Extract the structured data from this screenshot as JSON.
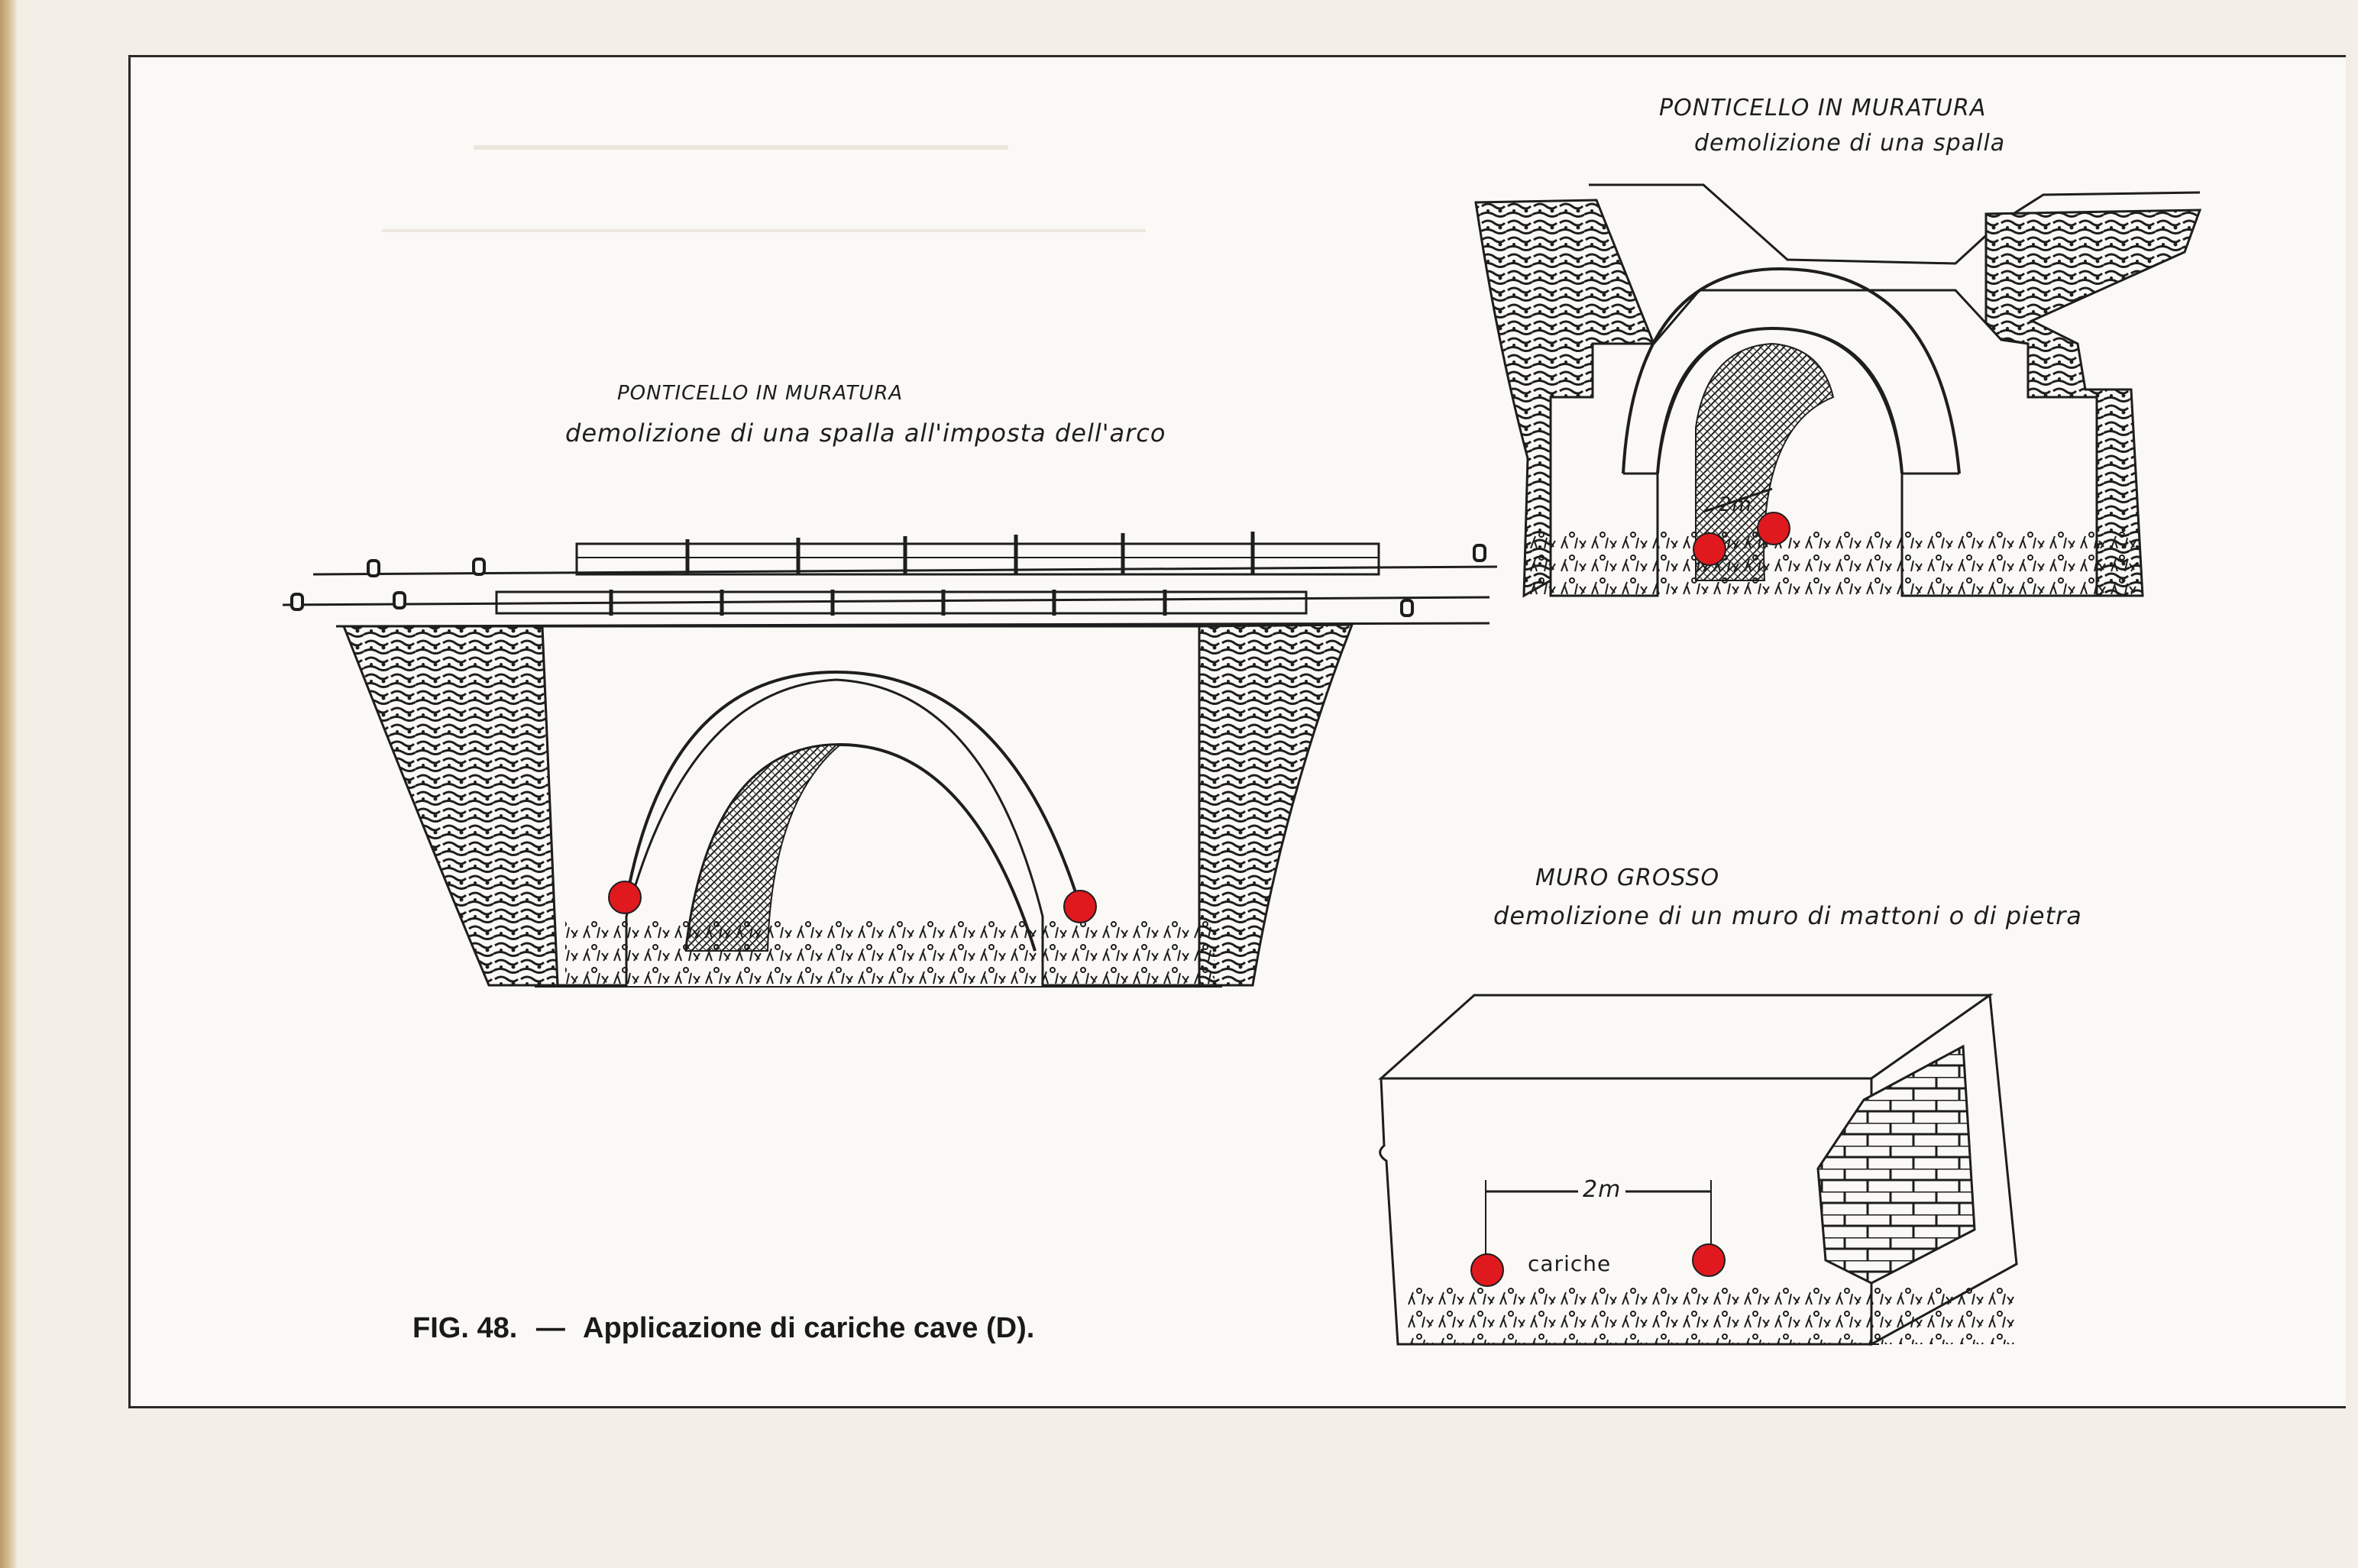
{
  "figure": {
    "number": "FIG. 48.",
    "dash": "—",
    "caption": "Applicazione di cariche cave (D)."
  },
  "left_drawing": {
    "title": "PONTICELLO IN MURATURA",
    "subtitle": "demolizione di una spalla all'imposta dell'arco"
  },
  "top_right_drawing": {
    "title": "PONTICELLO IN MURATURA",
    "subtitle": "demolizione di una spalla",
    "dimension": "2m"
  },
  "bottom_right_drawing": {
    "title": "MURO GROSSO",
    "subtitle": "demolizione di un muro di mattoni o di pietra",
    "dimension": "2m",
    "charge_label": "cariche"
  },
  "colors": {
    "charge": "#e0191f",
    "ink": "#1e1e1e",
    "paper": "#fbf9f5"
  }
}
